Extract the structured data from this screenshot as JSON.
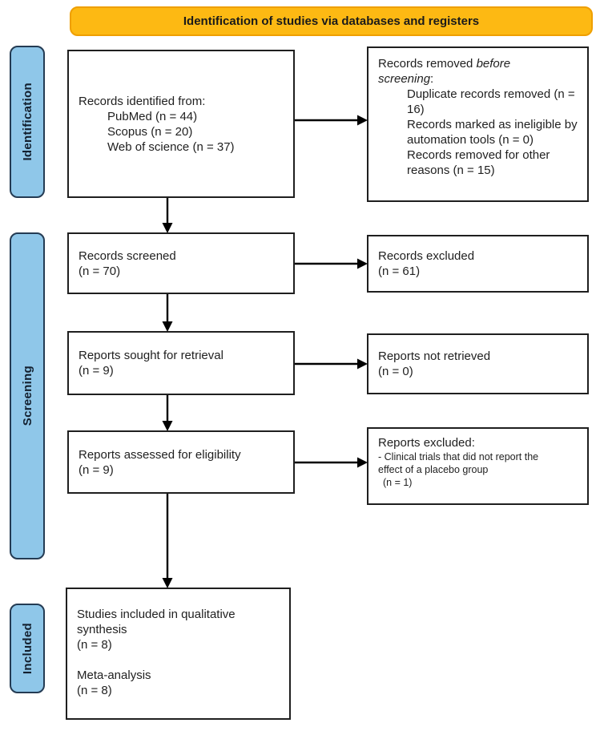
{
  "banner": {
    "title": "Identification of studies via databases and registers"
  },
  "colors": {
    "banner_fill": "#FDB913",
    "banner_border": "#EF9F00",
    "stage_fill": "#8FC7E9",
    "stage_border": "#243B53",
    "box_border": "#1F1F1F",
    "arrow": "#000000"
  },
  "stages": [
    {
      "label": "Identification"
    },
    {
      "label": "Screening"
    },
    {
      "label": "Included"
    }
  ],
  "boxes": {
    "identified": {
      "title": "Records identified from:",
      "items": [
        "PubMed (n = 44)",
        "Scopus (n = 20)",
        "Web of science (n = 37)"
      ]
    },
    "removed": {
      "prefix": "Records removed ",
      "italic_line1": "before",
      "italic_line2": "screening",
      "suffix": ":",
      "items": [
        "Duplicate records removed (n = 16)",
        "Records marked as ineligible by automation tools (n = 0)",
        "Records removed for other reasons (n = 15)"
      ]
    },
    "screened": {
      "label": "Records screened",
      "count": "(n = 70)"
    },
    "excluded": {
      "label": "Records excluded",
      "count": "(n = 61)"
    },
    "sought": {
      "label": "Reports sought for retrieval",
      "count": "(n = 9)"
    },
    "not_retrieved": {
      "label": "Reports not retrieved",
      "count": "(n = 0)"
    },
    "assessed": {
      "label": "Reports assessed for eligibility",
      "count": "(n = 9)"
    },
    "reports_excluded": {
      "title": "Reports excluded:",
      "detail_line1": "- Clinical trials that did not report the",
      "detail_line2": "effect of a placebo group",
      "count": "(n = 1)"
    },
    "included": {
      "group1_label": "Studies included in qualitative synthesis",
      "group1_count": "(n = 8)",
      "group2_label": "Meta-analysis",
      "group2_count": "(n = 8)"
    }
  }
}
